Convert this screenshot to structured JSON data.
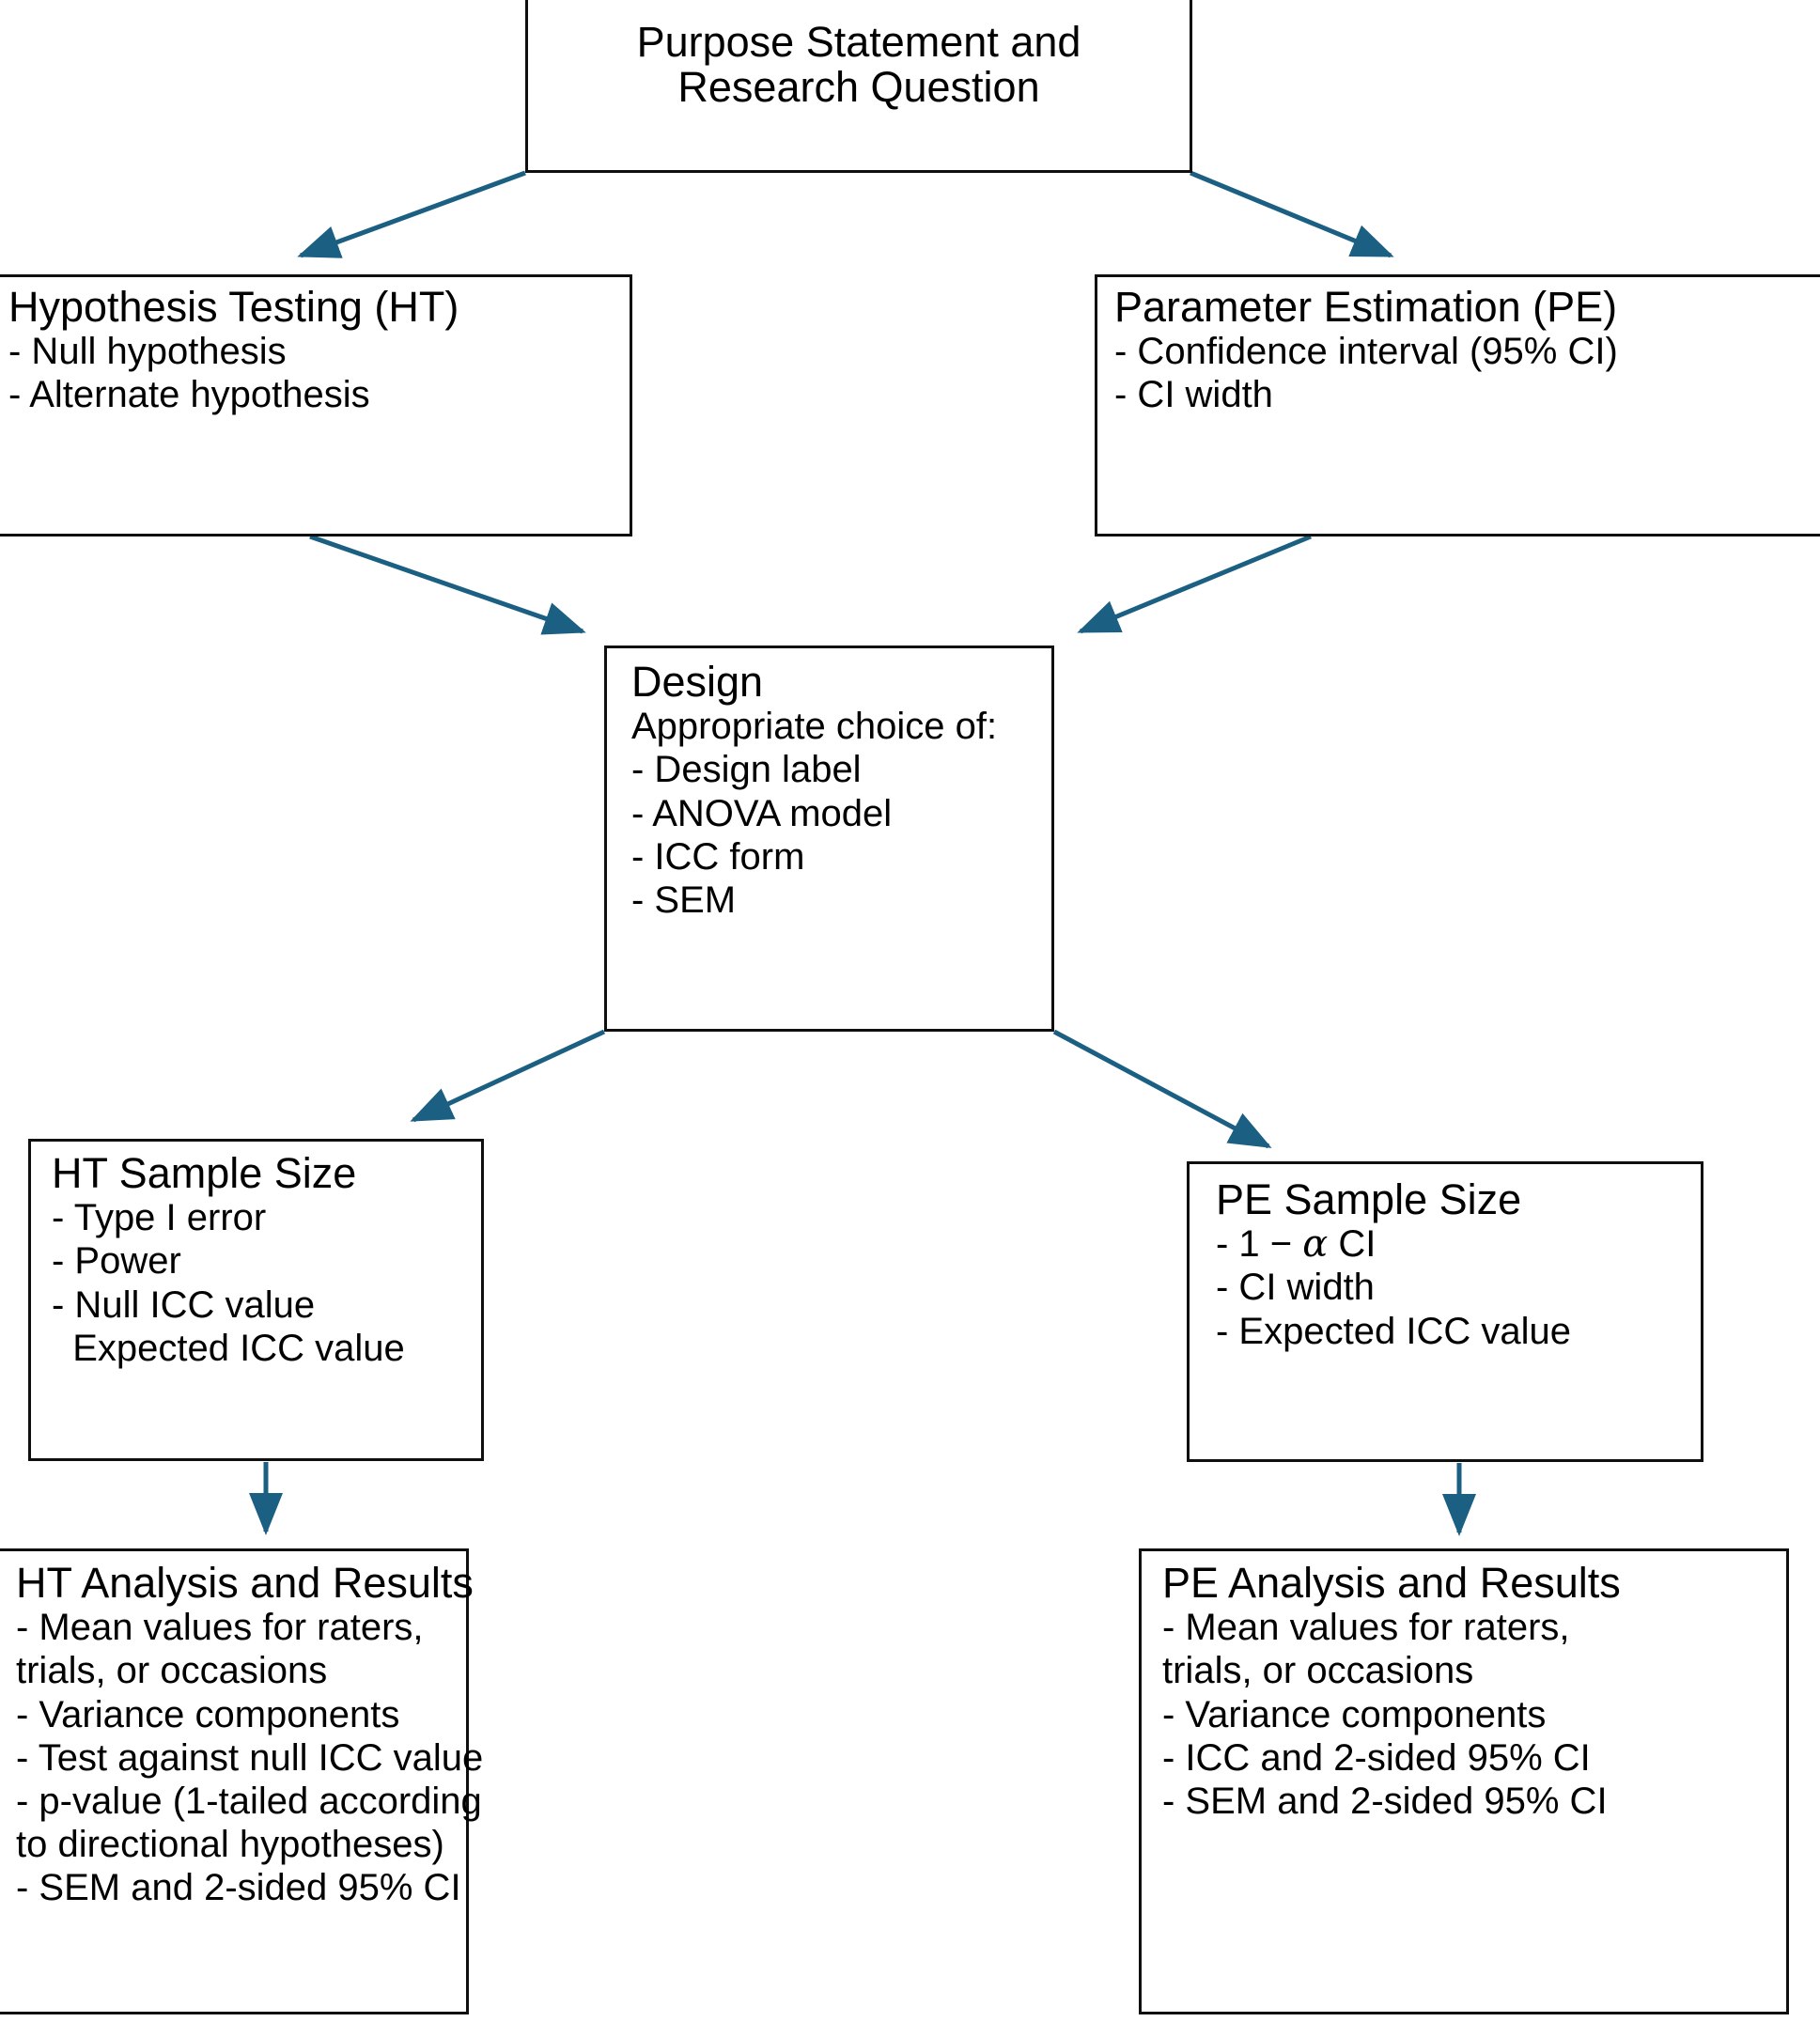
{
  "diagram": {
    "background": "#ffffff",
    "box_border_color": "#0f0f0f",
    "arrow_color": "#1b5f82",
    "nodes": {
      "purpose": {
        "id": "purpose-statement-and-research-question",
        "title_line1": "Purpose Statement and",
        "title_line2": "Research Question",
        "bullets": []
      },
      "hypothesis_testing": {
        "id": "hypothesis-testing",
        "title": "Hypothesis Testing (HT)",
        "bullets": [
          "- Null hypothesis",
          "- Alternate hypothesis"
        ]
      },
      "parameter_estimation": {
        "id": "parameter-estimation",
        "title": "Parameter Estimation (PE)",
        "bullets": [
          "- Confidence interval (95% CI)",
          "- CI width"
        ]
      },
      "design": {
        "id": "design",
        "title": "Design",
        "subtitle": "Appropriate choice of:",
        "bullets": [
          "- Design label",
          "- ANOVA model",
          "- ICC form",
          "- SEM"
        ]
      },
      "ht_sample_size": {
        "id": "ht-sample-size",
        "title": "HT Sample Size",
        "bullets": [
          "- Type I error",
          "- Power",
          "- Null ICC value",
          "  Expected ICC value"
        ]
      },
      "pe_sample_size": {
        "id": "pe-sample-size",
        "title": "PE Sample Size",
        "bullet_alpha_prefix": "- 1 − ",
        "bullet_alpha_symbol": "α",
        "bullet_alpha_suffix": " CI",
        "bullets": [
          "- CI width",
          "- Expected ICC value"
        ]
      },
      "ht_analysis": {
        "id": "ht-analysis-and-results",
        "title": "HT Analysis and Results",
        "bullets": [
          "- Mean values for raters,",
          "trials, or occasions",
          "- Variance components",
          "- Test against null ICC value",
          "- p-value (1-tailed according",
          "to directional hypotheses)",
          "- SEM and 2-sided 95% CI"
        ]
      },
      "pe_analysis": {
        "id": "pe-analysis-and-results",
        "title": "PE Analysis and Results",
        "bullets": [
          "- Mean values for raters,",
          "trials, or occasions",
          "- Variance components",
          "- ICC and 2-sided 95% CI",
          "- SEM and 2-sided 95% CI"
        ]
      }
    },
    "edges": [
      {
        "from": "purpose",
        "to": "hypothesis_testing"
      },
      {
        "from": "purpose",
        "to": "parameter_estimation"
      },
      {
        "from": "hypothesis_testing",
        "to": "design"
      },
      {
        "from": "parameter_estimation",
        "to": "design"
      },
      {
        "from": "design",
        "to": "ht_sample_size"
      },
      {
        "from": "design",
        "to": "pe_sample_size"
      },
      {
        "from": "ht_sample_size",
        "to": "ht_analysis"
      },
      {
        "from": "pe_sample_size",
        "to": "pe_analysis"
      }
    ]
  }
}
